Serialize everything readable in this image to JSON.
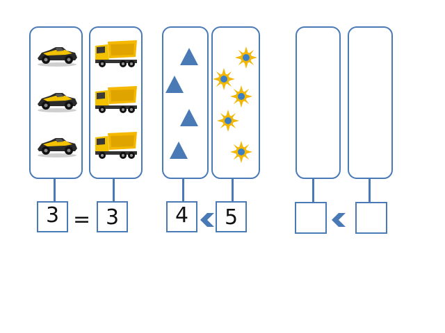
{
  "groups": [
    {
      "left": {
        "item": "race-car",
        "count": 3
      },
      "right": {
        "item": "dump-truck",
        "count": 3
      },
      "left_value": "3",
      "comparison": "=",
      "right_value": "3"
    },
    {
      "left": {
        "item": "triangle",
        "count": 4
      },
      "right": {
        "item": "sun",
        "count": 5
      },
      "left_value": "4",
      "comparison": "chevron-less-than",
      "right_value": "5"
    },
    {
      "left": {
        "item": "none",
        "count": 0
      },
      "right": {
        "item": "none",
        "count": 0
      },
      "left_value": "",
      "comparison": "chevron-less-than",
      "right_value": ""
    }
  ],
  "colors": {
    "outline": "#4a7ab5",
    "shape_fill": "#4a7ab5",
    "sun_rays": "#f2b705",
    "sun_center": "#3d7fc4",
    "car_body": "#2a2a2a",
    "car_stripe": "#f2c200",
    "truck_cab": "#f2c200",
    "truck_dump": "#f4b800"
  }
}
